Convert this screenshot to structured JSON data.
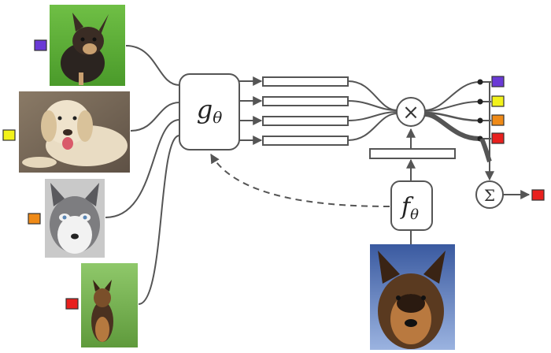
{
  "diagram": {
    "embedding_label": "g",
    "embedding_sub": "θ",
    "query_label": "f",
    "query_sub": "θ",
    "product_symbol": "×",
    "sum_symbol": "Σ"
  },
  "colors": {
    "class_purple": "#6a3ad6",
    "class_yellow": "#f2f21a",
    "class_orange": "#ef8a17",
    "class_red": "#e8201e",
    "line": "#555555",
    "box_stroke": "#555555"
  },
  "support_images": [
    {
      "name": "chihuahua-image",
      "class_color": "purple"
    },
    {
      "name": "labrador-image",
      "class_color": "yellow"
    },
    {
      "name": "husky-image",
      "class_color": "orange"
    },
    {
      "name": "german-shepherd-small-image",
      "class_color": "red"
    }
  ],
  "query_image": {
    "name": "german-shepherd-query-image"
  },
  "output_labels": [
    "purple",
    "yellow",
    "orange",
    "red"
  ],
  "final_output": {
    "class_color": "red"
  }
}
